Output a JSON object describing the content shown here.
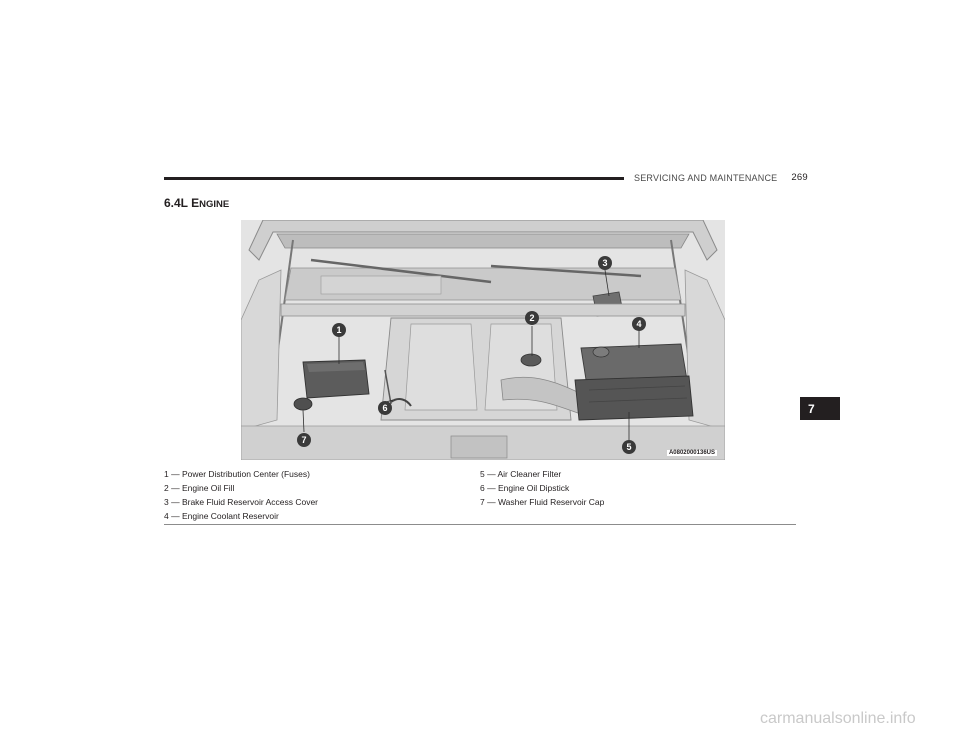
{
  "header": {
    "running_title": "SERVICING AND MAINTENANCE",
    "page_number": "269"
  },
  "section": {
    "title_lead": "6.4L E",
    "title_rest": "NGINE"
  },
  "figure": {
    "image_id": "A0802000136US",
    "callouts": [
      "1",
      "2",
      "3",
      "4",
      "5",
      "6",
      "7"
    ]
  },
  "legend": {
    "left": [
      "1 — Power Distribution Center (Fuses)",
      "2 — Engine Oil Fill",
      "3 — Brake Fluid Reservoir Access Cover",
      "4 — Engine Coolant Reservoir"
    ],
    "right": [
      "5 — Air Cleaner Filter",
      "6 — Engine Oil Dipstick",
      "7 — Washer Fluid Reservoir Cap"
    ]
  },
  "chapter_tab": "7",
  "watermark": "carmanualsonline.info"
}
